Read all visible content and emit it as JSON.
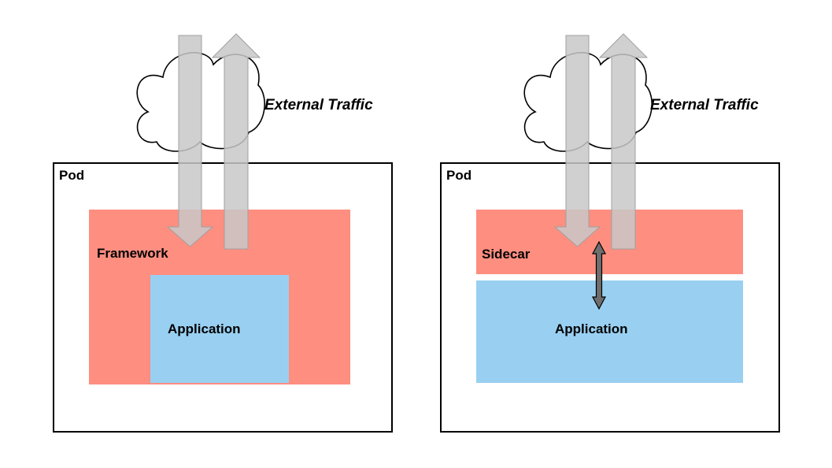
{
  "colors": {
    "framework": "#fe8e80",
    "application": "#99d0f1",
    "arrow_fill": "#c8c8c8",
    "arrow_stroke": "#a0a0a0",
    "connector": "#6e6e6e"
  },
  "left": {
    "pod_label": "Pod",
    "framework_label": "Framework",
    "application_label": "Application",
    "traffic_label": "External Traffic"
  },
  "right": {
    "pod_label": "Pod",
    "sidecar_label": "Sidecar",
    "application_label": "Application",
    "traffic_label": "External Traffic"
  }
}
